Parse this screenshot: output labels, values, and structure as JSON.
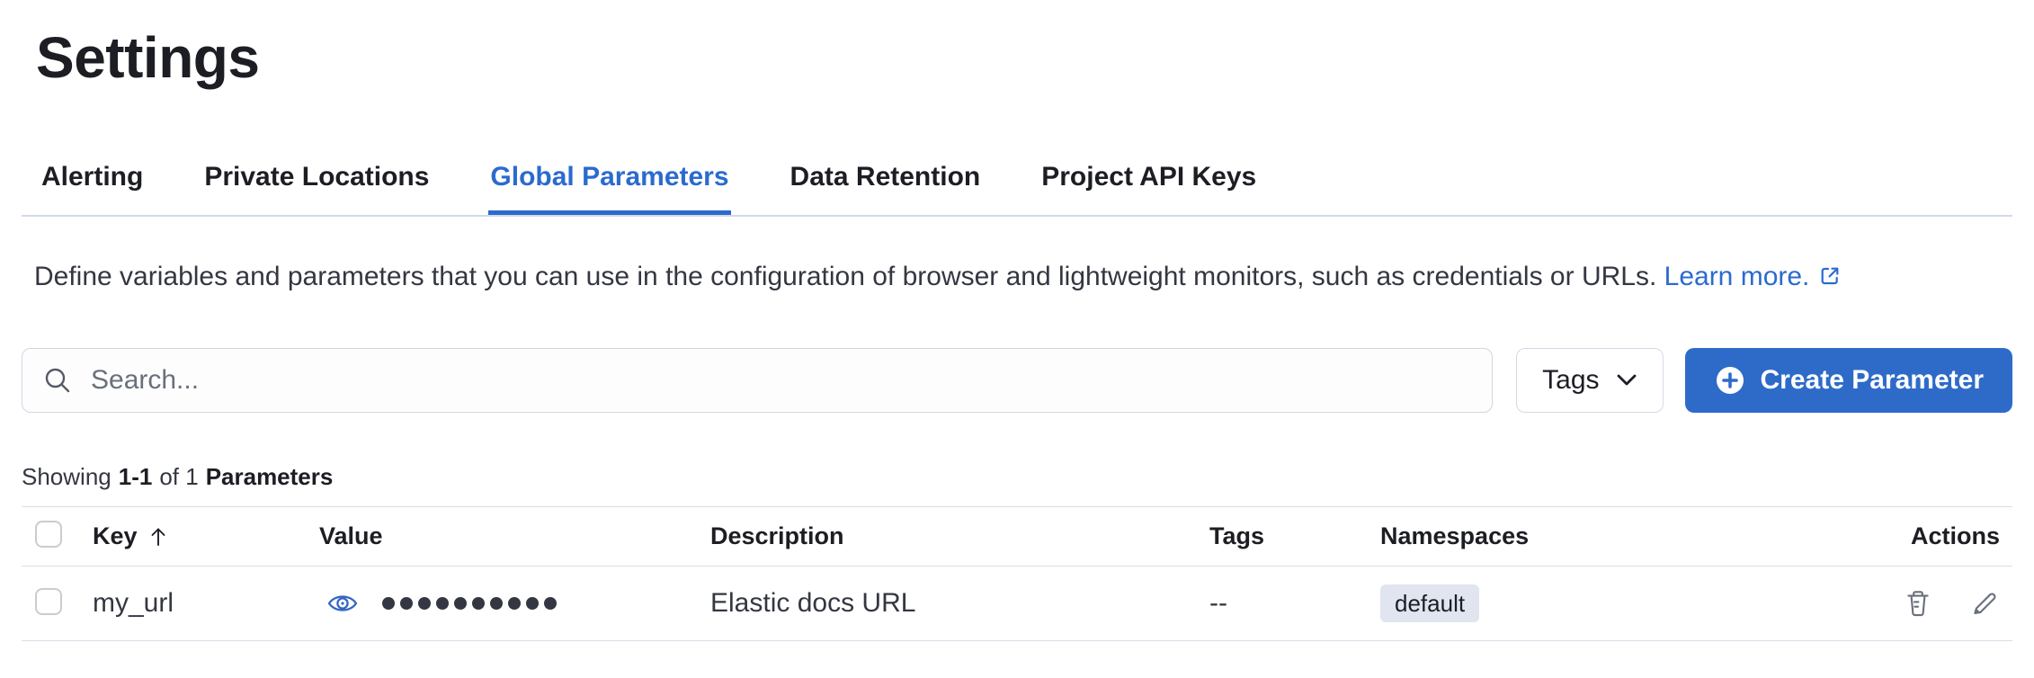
{
  "page": {
    "title": "Settings"
  },
  "tabs": [
    {
      "label": "Alerting",
      "active": false
    },
    {
      "label": "Private Locations",
      "active": false
    },
    {
      "label": "Global Parameters",
      "active": true
    },
    {
      "label": "Data Retention",
      "active": false
    },
    {
      "label": "Project API Keys",
      "active": false
    }
  ],
  "description": {
    "text": "Define variables and parameters that you can use in the configuration of browser and lightweight monitors, such as credentials or URLs.",
    "link_label": "Learn more.",
    "link_icon": "popout-icon"
  },
  "toolbar": {
    "search_placeholder": "Search...",
    "search_icon": "magnifier-icon",
    "tags_button_label": "Tags",
    "tags_icon": "chevron-down-icon",
    "create_button_label": "Create Parameter",
    "create_button_icon": "plus-in-circle-icon"
  },
  "summary": {
    "prefix": "Showing",
    "range": "1-1",
    "middle": "of 1",
    "entity": "Parameters"
  },
  "table": {
    "columns": [
      "Key",
      "Value",
      "Description",
      "Tags",
      "Namespaces",
      "Actions"
    ],
    "sort": {
      "column": "Key",
      "direction": "ascending",
      "icon": "sort-arrow-up-icon"
    },
    "rows": [
      {
        "key": "my_url",
        "value_masked": true,
        "value_masked_dots": 10,
        "value_reveal_icon": "eye-icon",
        "description": "Elastic docs URL",
        "tags": "--",
        "namespace": "default",
        "action_icons": [
          "trash-icon",
          "pencil-icon"
        ]
      }
    ]
  },
  "colors": {
    "accent_blue": "#2b6bce",
    "button_blue": "#2e6bc9",
    "text_dark": "#1d1e24",
    "text_body": "#343741",
    "icon_gray": "#69707d",
    "border_light": "#d3dae6",
    "badge_bg": "#e0e5f0"
  }
}
